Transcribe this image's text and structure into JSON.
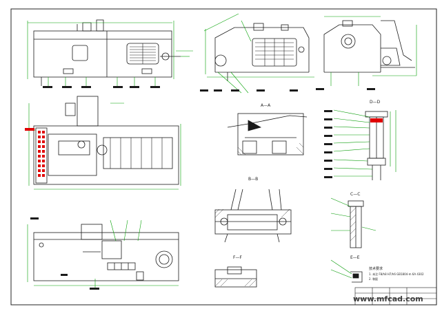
{
  "drawing": {
    "colors": {
      "line": "#1a1a1a",
      "dimension": "#00a000",
      "leader": "#009900",
      "accent": "#e00000",
      "frame": "#222222"
    },
    "section_labels": {
      "aa": "A—A",
      "bb": "B—B",
      "cc": "C—C",
      "dd": "D—D",
      "ee": "E—E",
      "ff": "F—F"
    },
    "notes": {
      "line1": "技术要求",
      "line2": "1. 未注 F8/h8 H7/h6 GB1804-m 6A 4302",
      "line3": "2. 装配"
    },
    "watermark": "www.mfcad.com"
  }
}
